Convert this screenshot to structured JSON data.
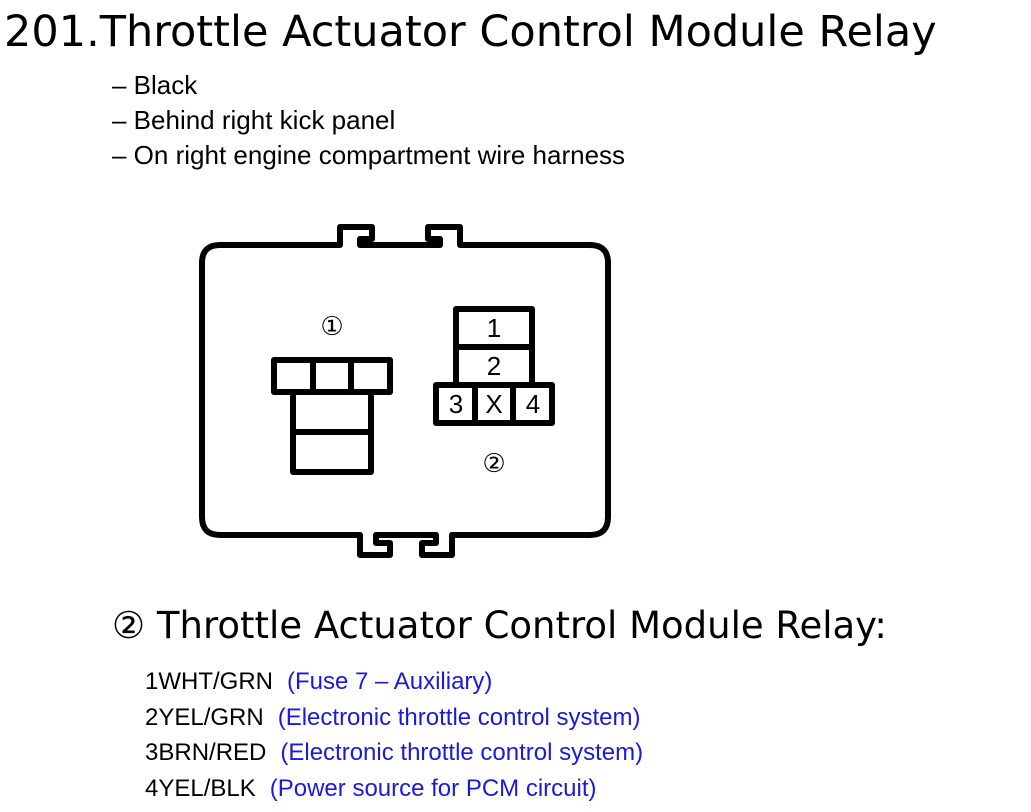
{
  "title": "201.Throttle Actuator Control Module Relay",
  "notes": [
    "– Black",
    "– Behind right kick panel",
    "– On right engine compartment wire harness"
  ],
  "diagram": {
    "connector1_label": "①",
    "connector2_label": "②",
    "cavities": [
      "1",
      "2",
      "3",
      "X",
      "4"
    ]
  },
  "subtitle": "② Throttle Actuator Control Module Relay:",
  "pins": [
    {
      "code": "1WHT/GRN",
      "desc": "(Fuse 7 – Auxiliary)"
    },
    {
      "code": "2YEL/GRN",
      "desc": "(Electronic throttle control system)"
    },
    {
      "code": "3BRN/RED",
      "desc": "(Electronic throttle control system)"
    },
    {
      "code": "4YEL/BLK",
      "desc": "(Power source for PCM circuit)"
    }
  ],
  "colors": {
    "text": "#000000",
    "description": "#1a1adc"
  }
}
